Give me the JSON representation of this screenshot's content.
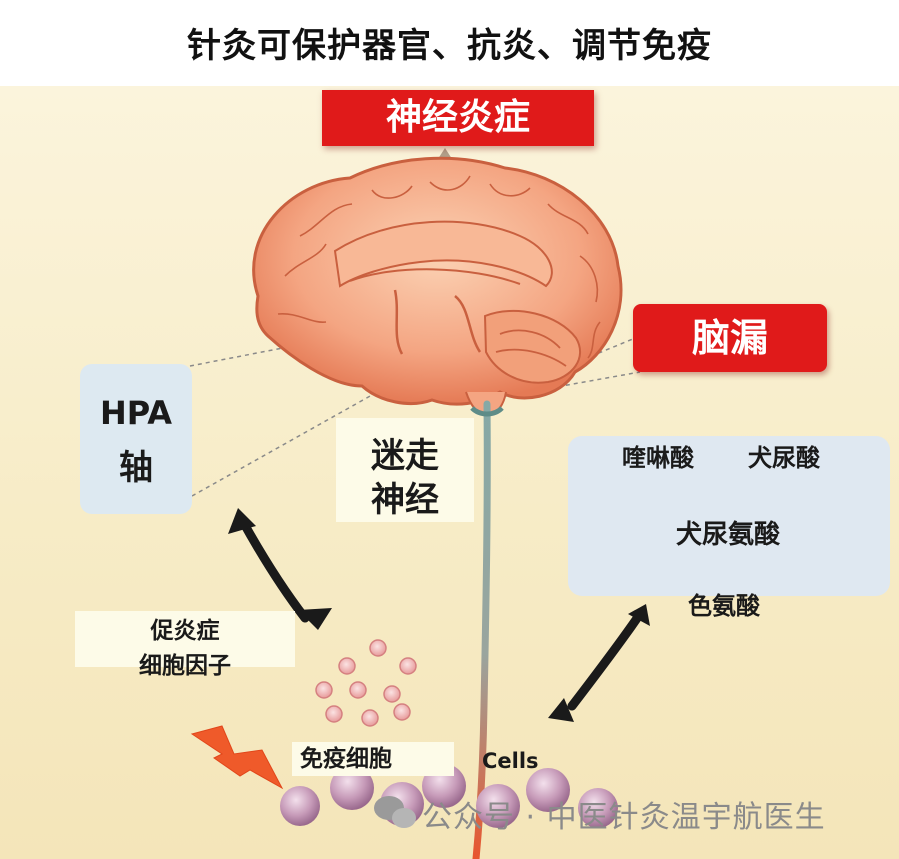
{
  "title": "针灸可保护器官、抗炎、调节免疫",
  "labels": {
    "neuroinflammation": "神经炎症",
    "leaky_brain": "脑漏",
    "hpa_line1": "HPA",
    "hpa_line2": "轴",
    "vagus_line1": "迷走",
    "vagus_line2": "神经",
    "quinolinic": "喹啉酸",
    "kynurenic": "犬尿酸",
    "kynurenine": "犬尿氨酸",
    "tryptophan": "色氨酸",
    "cytokines_line1": "促炎症",
    "cytokines_line2": "细胞因子",
    "immune_cells": "免疫细胞",
    "cells_en": "Cells"
  },
  "watermark": "公众号 · 中医针灸温宇航医生",
  "colors": {
    "red_box": "#e01a1a",
    "brain": "#f4a582",
    "blue_panel": "#dfe8f1",
    "label_panel": "#fdfbe8",
    "arrow": "#1a1a1a"
  },
  "icons": [
    "brain-illustration",
    "lightning-icon",
    "wechat-icon"
  ]
}
